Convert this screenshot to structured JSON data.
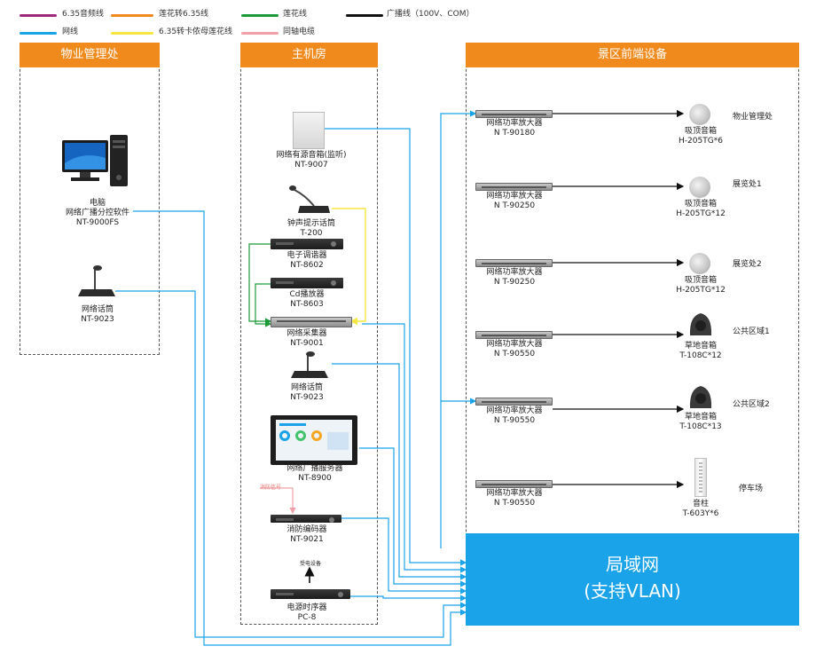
{
  "legend": [
    {
      "label": "6.35音频线",
      "color": "#a0287a"
    },
    {
      "label": "莲花转6.35线",
      "color": "#f08a1c"
    },
    {
      "label": "莲花线",
      "color": "#1b9a3a"
    },
    {
      "label": "广播线（100V、COM）",
      "color": "#111111"
    },
    {
      "label": "网线",
      "color": "#1aa3e8"
    },
    {
      "label": "6.35转卡侬母莲花线",
      "color": "#f5e642"
    },
    {
      "label": "同轴电缆",
      "color": "#f2a0a8"
    }
  ],
  "sections": {
    "office": "物业管理处",
    "host": "主机房",
    "front": "景区前端设备"
  },
  "lan": {
    "line1": "局域网",
    "line2": "(支持VLAN)"
  },
  "office_devices": {
    "pc": {
      "name": "电脑",
      "sub": "网络广播分控软件",
      "model": "NT-9000FS"
    },
    "mic": {
      "name": "网络话筒",
      "model": "NT-9023"
    }
  },
  "host_devices": {
    "speaker": {
      "name": "网络有源音箱(监听)",
      "model": "NT-9007"
    },
    "chime": {
      "name": "钟声提示话筒",
      "model": "T-200"
    },
    "tuner": {
      "name": "电子调谐器",
      "model": "NT-8602"
    },
    "cd": {
      "name": "Cd播放器",
      "model": "NT-8603"
    },
    "collector": {
      "name": "网络采集器",
      "model": "NT-9001"
    },
    "mic": {
      "name": "网络话筒",
      "model": "NT-9023"
    },
    "server": {
      "name": "网络广播服务器",
      "model": "NT-8900"
    },
    "fire_signal": "消防信号",
    "fire": {
      "name": "消防编码器",
      "model": "NT-9021"
    },
    "power_equip": "受电设备",
    "sequencer": {
      "name": "电源时序器",
      "model": "PC-8"
    }
  },
  "front_rows": [
    {
      "amp": "网络功率放大器",
      "amp_model": "N T-90180",
      "spk": "吸顶音箱",
      "spk_model": "H-205TG*6",
      "zone": "物业管理处",
      "type": "ceiling"
    },
    {
      "amp": "网络功率放大器",
      "amp_model": "N T-90250",
      "spk": "吸顶音箱",
      "spk_model": "H-205TG*12",
      "zone": "展览处1",
      "type": "ceiling"
    },
    {
      "amp": "网络功率放大器",
      "amp_model": "N T-90250",
      "spk": "吸顶音箱",
      "spk_model": "H-205TG*12",
      "zone": "展览处2",
      "type": "ceiling"
    },
    {
      "amp": "网络功率放大器",
      "amp_model": "N T-90550",
      "spk": "草地音箱",
      "spk_model": "T-108C*12",
      "zone": "公共区域1",
      "type": "lawn"
    },
    {
      "amp": "网络功率放大器",
      "amp_model": "N T-90550",
      "spk": "草地音箱",
      "spk_model": "T-108C*13",
      "zone": "公共区域2",
      "type": "lawn"
    },
    {
      "amp": "网络功率放大器",
      "amp_model": "N T-90550",
      "spk": "音柱",
      "spk_model": "T-603Y*6",
      "zone": "停车场",
      "type": "column"
    }
  ]
}
